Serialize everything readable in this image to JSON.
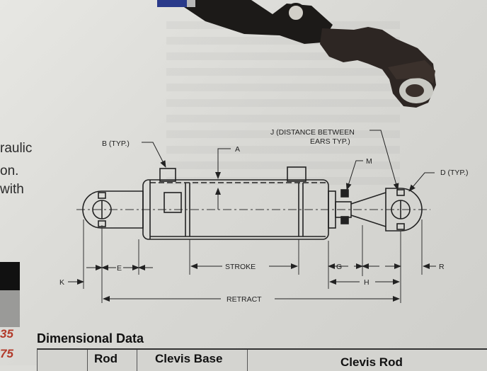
{
  "left_text": [
    "raulic",
    "on.",
    "with"
  ],
  "side_numbers": [
    "35",
    "75"
  ],
  "diagram": {
    "labels": {
      "b": "B (TYP.)",
      "a": "A",
      "j_line1": "J (DISTANCE BETWEEN",
      "j_line2": "EARS TYP.)",
      "m": "M",
      "d": "D (TYP.)",
      "k": "K",
      "e": "E",
      "stroke": "STROKE",
      "g": "G",
      "r": "R",
      "h": "H",
      "retract": "RETRACT"
    }
  },
  "section_title": "Dimensional Data",
  "table_headers": [
    "Rod",
    "Clevis Base",
    "Clevis Rod"
  ],
  "colors": {
    "paper": "#dcdcd8",
    "ink": "#222222",
    "side_number": "#b23a2a",
    "black_bar": "#111111"
  }
}
